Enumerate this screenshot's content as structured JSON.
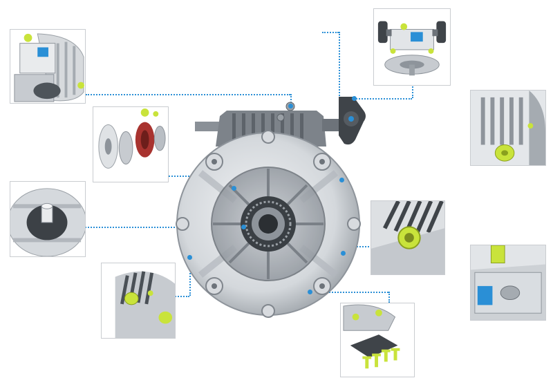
{
  "colors": {
    "accent": "#2a8fd6",
    "highlight": "#c9e33b",
    "metal_light": "#e7e9ec",
    "metal_mid": "#b9bec4",
    "metal_dark": "#6d737a",
    "handwheel": "#3f4449",
    "seal_red": "#a8332f",
    "frame": "#c9ccd0"
  },
  "main_unit": {
    "icon": "worm-gear-reducer-icon",
    "parts": [
      "input-shaft",
      "worm-housing",
      "handwheel",
      "flange-cover",
      "bearing",
      "output-bore"
    ]
  },
  "callouts": [
    {
      "id": "motor-adapter",
      "icon": "motor-adapter-icon"
    },
    {
      "id": "oil-seal-kit",
      "icon": "oil-seal-kit-icon"
    },
    {
      "id": "output-flange",
      "icon": "output-flange-icon"
    },
    {
      "id": "cooling-fins",
      "icon": "cooling-fins-icon"
    },
    {
      "id": "dual-handwheel",
      "icon": "dual-handwheel-icon"
    },
    {
      "id": "housing-fins",
      "icon": "housing-fins-icon"
    },
    {
      "id": "oil-plug",
      "icon": "oil-plug-icon"
    },
    {
      "id": "breather-valve",
      "icon": "breather-valve-icon"
    },
    {
      "id": "mounting-foot",
      "icon": "mounting-foot-icon"
    }
  ]
}
